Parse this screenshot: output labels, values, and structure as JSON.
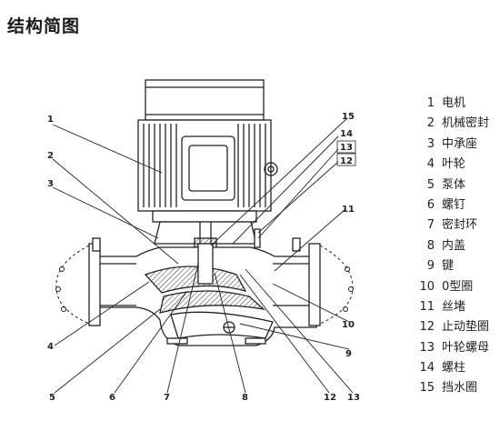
{
  "title": "结构简图",
  "callouts": [
    "1",
    "2",
    "3",
    "4",
    "5",
    "6",
    "7",
    "8",
    "9",
    "10",
    "11",
    "12",
    "12",
    "13",
    "13",
    "14",
    "15"
  ],
  "legend": [
    {
      "num": "1",
      "label": "电机"
    },
    {
      "num": "2",
      "label": "机械密封"
    },
    {
      "num": "3",
      "label": "中承座"
    },
    {
      "num": "4",
      "label": "叶轮"
    },
    {
      "num": "5",
      "label": "泵体"
    },
    {
      "num": "6",
      "label": "螺钉"
    },
    {
      "num": "7",
      "label": "密封环"
    },
    {
      "num": "8",
      "label": "内盖"
    },
    {
      "num": "9",
      "label": "键"
    },
    {
      "num": "10",
      "label": "0型圈"
    },
    {
      "num": "11",
      "label": "丝堵"
    },
    {
      "num": "12",
      "label": "止动垫圈"
    },
    {
      "num": "13",
      "label": "叶轮螺母"
    },
    {
      "num": "14",
      "label": "螺柱"
    },
    {
      "num": "15",
      "label": "挡水圈"
    }
  ]
}
